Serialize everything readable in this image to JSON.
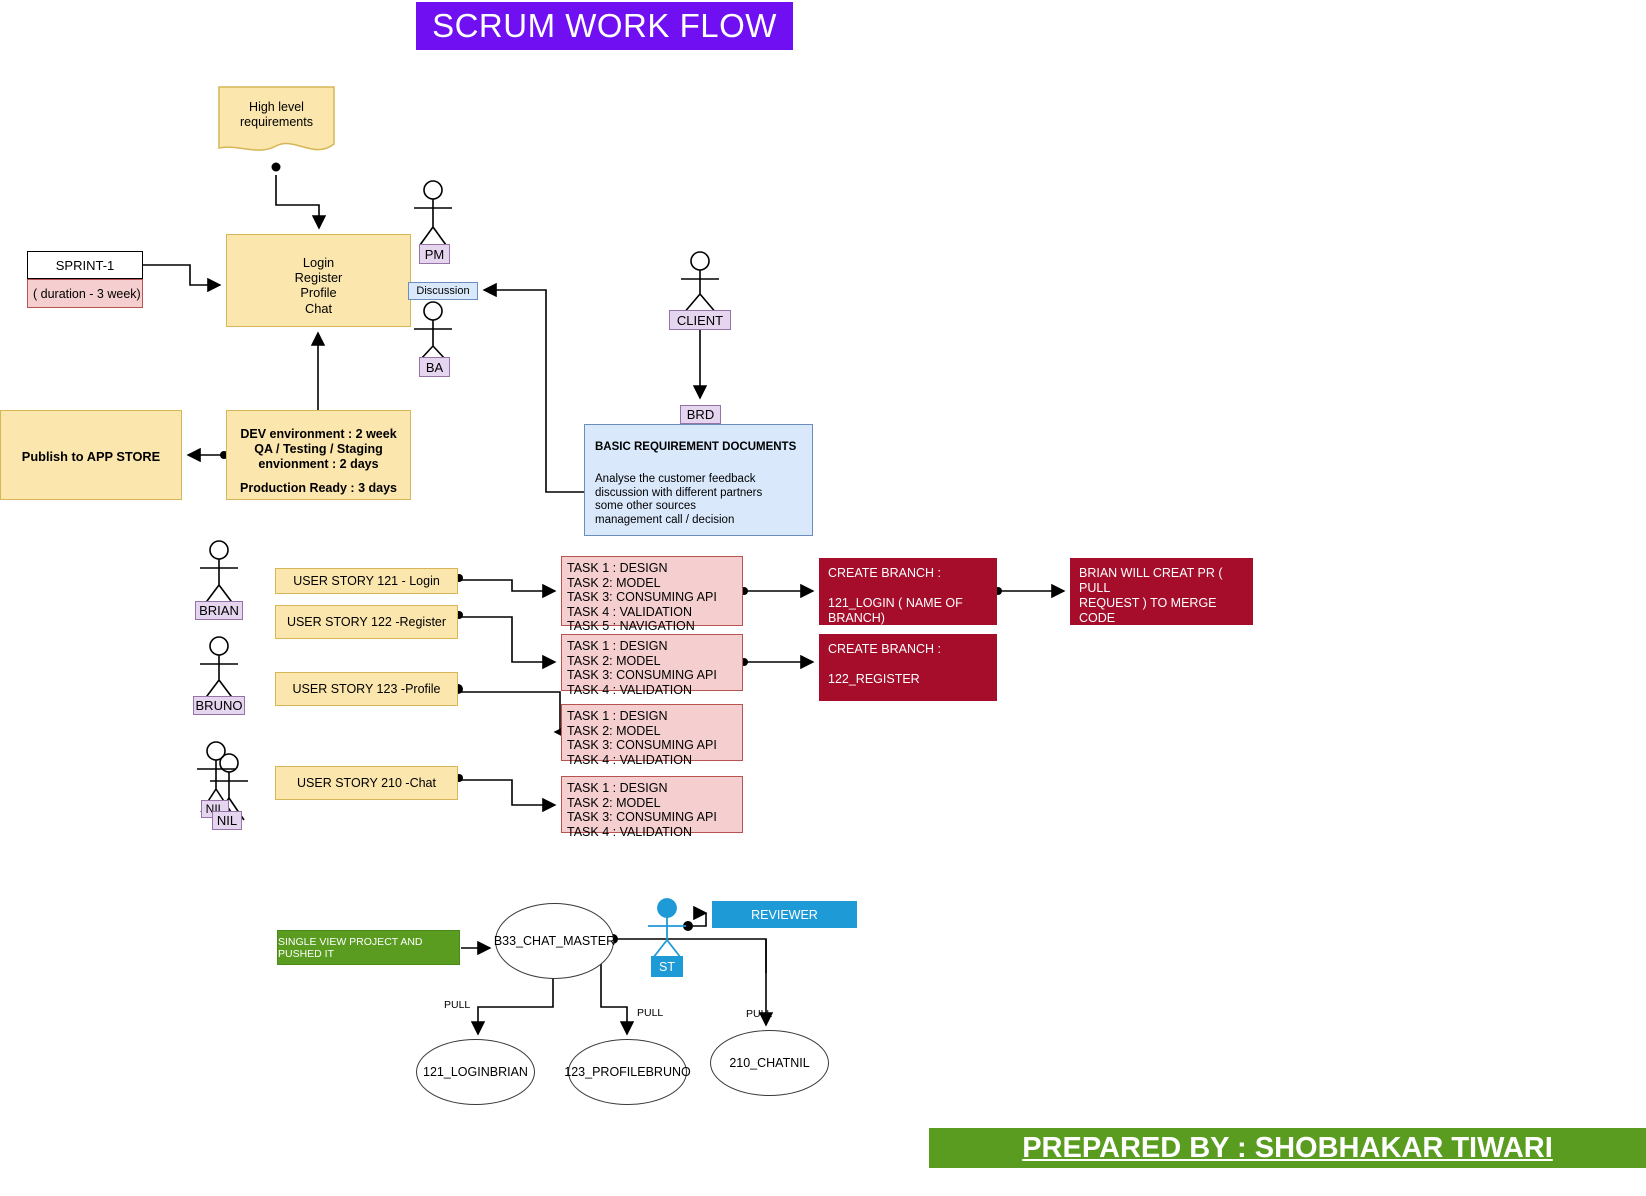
{
  "title": "SCRUM WORK FLOW",
  "documents": {
    "high_level_requirements": "High level\nrequirements"
  },
  "sprint": {
    "name": "SPRINT-1",
    "duration": "( duration - 3 week)"
  },
  "main_scope": "Login\nRegister\nProfile\nChat",
  "discussion_label": "Discussion",
  "actors": {
    "pm": "PM",
    "ba": "BA",
    "client": "CLIENT",
    "brd": "BRD",
    "brian": "BRIAN",
    "bruno": "BRUNO",
    "nil_a": "NIL",
    "nil_b": "NIL",
    "st": "ST"
  },
  "brd_box": {
    "heading": "BASIC REQUIREMENT DOCUMENTS",
    "body": "Analyse the customer feedback\ndiscussion with different partners\nsome other sources\nmanagement call / decision"
  },
  "environments": {
    "dev_block": "DEV environment : 2 week\nQA / Testing / Staging\nenvionment : 2 days",
    "production": "Production Ready : 3 days",
    "publish": "Publish to APP STORE"
  },
  "user_stories": [
    {
      "id": "121",
      "label": "USER STORY 121 - Login"
    },
    {
      "id": "122",
      "label": "USER STORY 122 -\nRegister"
    },
    {
      "id": "123",
      "label": "USER STORY 123 -\nProfile"
    },
    {
      "id": "210",
      "label": "USER STORY 210 -\nChat"
    }
  ],
  "task_lists": [
    {
      "for": "121",
      "tasks": "TASK 1 :  DESIGN\nTASK 2: MODEL\nTASK 3: CONSUMING API\nTASK 4 : VALIDATION\nTASK 5 : NAVIGATION"
    },
    {
      "for": "122",
      "tasks": "TASK 1 :  DESIGN\nTASK 2: MODEL\nTASK 3: CONSUMING API\nTASK 4 : VALIDATION"
    },
    {
      "for": "123",
      "tasks": "TASK 1 :  DESIGN\nTASK 2: MODEL\nTASK 3: CONSUMING API\nTASK 4 : VALIDATION"
    },
    {
      "for": "210",
      "tasks": "TASK 1 :  DESIGN\nTASK 2: MODEL\nTASK 3: CONSUMING API\nTASK 4 : VALIDATION"
    }
  ],
  "branches": [
    {
      "text": "CREATE BRANCH :\n\n121_LOGIN  ( NAME OF\nBRANCH)"
    },
    {
      "text": "CREATE BRANCH :\n\n122_REGISTER"
    }
  ],
  "pull_request_note": "BRIAN WILL CREAT PR ( PULL\nREQUEST ) TO MERGE CODE\nTO MAIN BRANCH AND ALSO\nADDED THE REVIEWER NAME",
  "git_section": {
    "single_view": "SINGLE VIEW PROJECT AND PUSHED IT",
    "master_node": "B33_CHAT_MASTER",
    "reviewer": "REVIEWER",
    "pull_label_1": "PULL",
    "pull_label_2": "PULL",
    "pull_label_3": "PULL",
    "nodes": [
      {
        "name": "121_LOGIN\nBRIAN"
      },
      {
        "name": "123_PROFILE\nBRUNO"
      },
      {
        "name": "210_CHAT\nNIL"
      }
    ]
  },
  "footer": "PREPARED BY : SHOBHAKAR TIWARI",
  "colors": {
    "title_bg": "#6f0ff2",
    "footer_bg": "#5a9c20",
    "yellow_fill": "#fbe6ad",
    "yellow_stroke": "#d6b656",
    "pink_fill": "#f5cfcf",
    "pink_stroke": "#b85450",
    "red_fill": "#a50d2b",
    "blue_fill": "#dae8fc",
    "blue_stroke": "#6c8ebf",
    "purple_fill": "#e5d5ef",
    "purple_stroke": "#9673a6",
    "cyan_fill": "#1e9ad6",
    "green_fill": "#5a9c20"
  }
}
